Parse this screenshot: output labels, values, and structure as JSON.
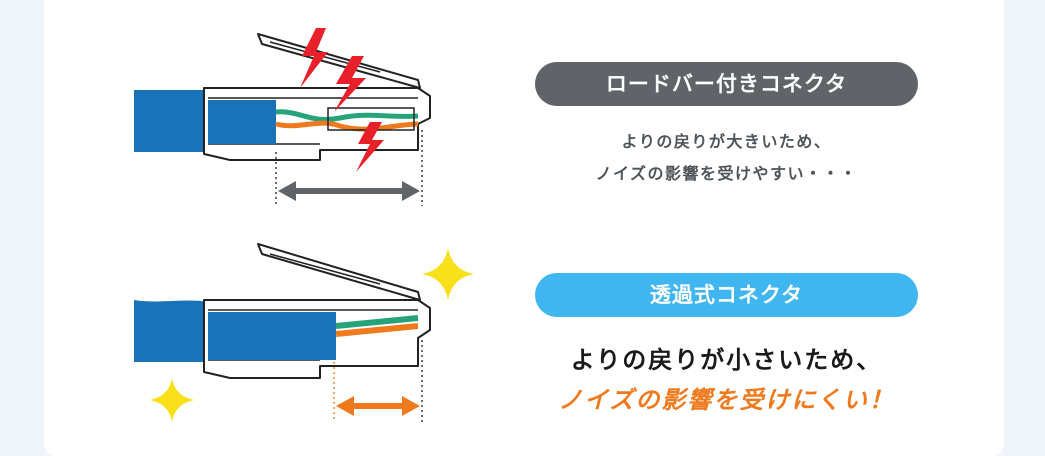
{
  "top": {
    "title": "ロードバー付きコネクタ",
    "line1": "よりの戻りが大きいため、",
    "line2": "ノイズの影響を受けやすい・・・"
  },
  "bottom": {
    "title": "透過式コネクタ",
    "line1": "よりの戻りが小さいため、",
    "line2": "ノイズの影響を受けにくい！"
  },
  "colors": {
    "cable": "#1a73b8",
    "dark_pill": "#606468",
    "light_pill": "#3fb6f0",
    "wire_green": "#27a37a",
    "wire_orange": "#ef7a1e",
    "lightning": "#e8202a",
    "sparkle": "#f7e019",
    "dark_arrow": "#606468",
    "orange_arrow": "#ef7a1e"
  }
}
